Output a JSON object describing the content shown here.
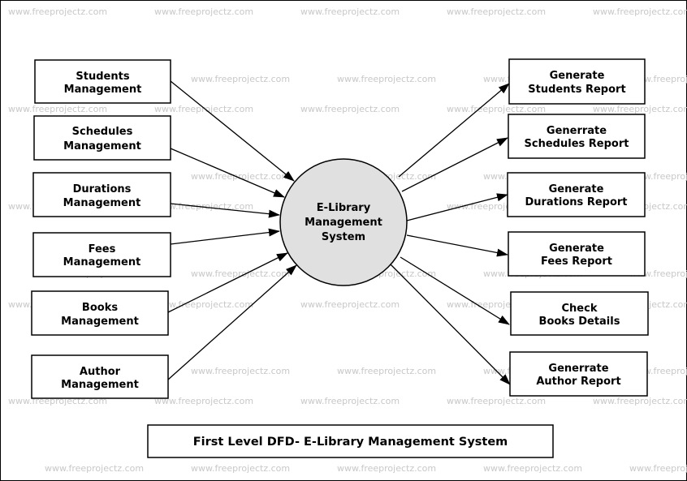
{
  "watermark": "www.freeprojectz.com",
  "center_process": {
    "lines": [
      "E-Library",
      "Management",
      "System"
    ]
  },
  "inputs": [
    {
      "lines": [
        "Students",
        "Management"
      ]
    },
    {
      "lines": [
        "Schedules",
        "Management"
      ]
    },
    {
      "lines": [
        "Durations",
        "Management"
      ]
    },
    {
      "lines": [
        "Fees",
        "Management"
      ]
    },
    {
      "lines": [
        "Books",
        "Management"
      ]
    },
    {
      "lines": [
        "Author",
        "Management"
      ]
    }
  ],
  "outputs": [
    {
      "lines": [
        "Generate",
        "Students Report"
      ]
    },
    {
      "lines": [
        "Generrate",
        "Schedules Report"
      ]
    },
    {
      "lines": [
        "Generate",
        "Durations Report"
      ]
    },
    {
      "lines": [
        "Generate",
        "Fees Report"
      ]
    },
    {
      "lines": [
        "Check",
        "Books Details"
      ]
    },
    {
      "lines": [
        "Generrate",
        "Author Report"
      ]
    }
  ],
  "caption": "First Level DFD- E-Library Management System",
  "colors": {
    "process_fill": "#e0e0e0",
    "stroke": "#000000",
    "watermark": "#c8c8c8"
  }
}
